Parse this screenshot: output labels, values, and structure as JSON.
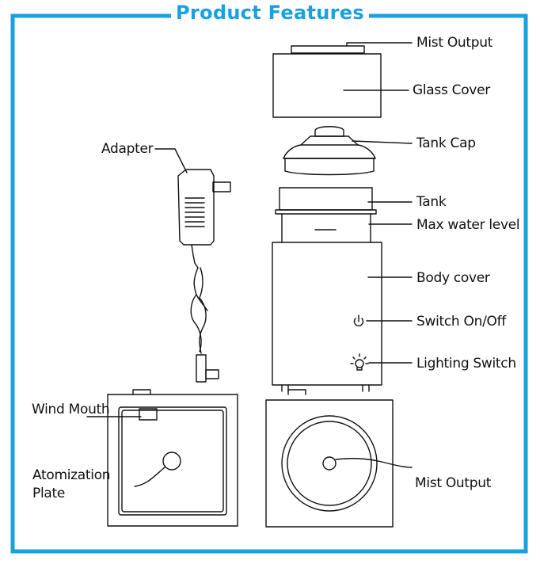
{
  "title": "Product Features",
  "colors": {
    "frame": "#1aa0de",
    "title_text": "#1aa0de",
    "line": "#111111"
  },
  "labels": {
    "mist_output_top": "Mist Output",
    "glass_cover": "Glass Cover",
    "tank_cap": "Tank Cap",
    "tank": "Tank",
    "max_water_level": "Max water level",
    "body_cover": "Body cover",
    "switch": "Switch On/Off",
    "lighting_switch": "Lighting Switch",
    "adapter": "Adapter",
    "wind_mouth": "Wind Mouth",
    "atomization_line1": "Atomization",
    "atomization_line2": "Plate",
    "mist_output_bottom": "Mist Output"
  },
  "icons": {
    "power": "power-icon",
    "light": "light-bulb-icon"
  }
}
